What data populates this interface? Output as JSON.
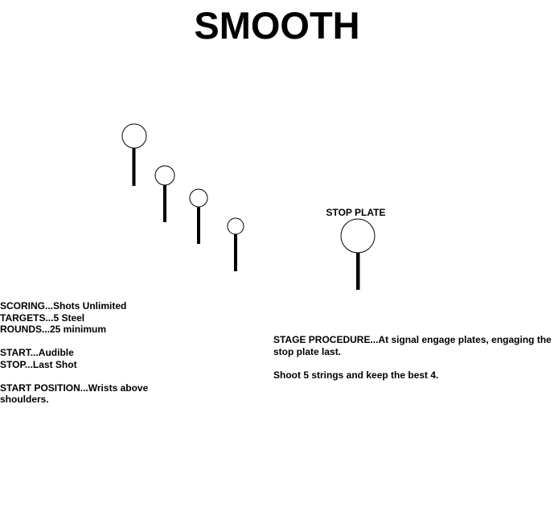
{
  "title": "SMOOTH",
  "diagram": {
    "stop_plate_label": "STOP PLATE",
    "plates_count": 5
  },
  "left_info": {
    "scoring": "SCORING...Shots Unlimited",
    "targets": "TARGETS...5 Steel",
    "rounds": "ROUNDS...25 minimum",
    "start": "START...Audible",
    "stop": "STOP...Last Shot",
    "start_position": "START POSITION...Wrists above shoulders."
  },
  "right_info": {
    "stage_procedure": "STAGE PROCEDURE...At signal engage plates, engaging the stop plate last.",
    "strings": "Shoot 5 strings and keep the best 4."
  }
}
